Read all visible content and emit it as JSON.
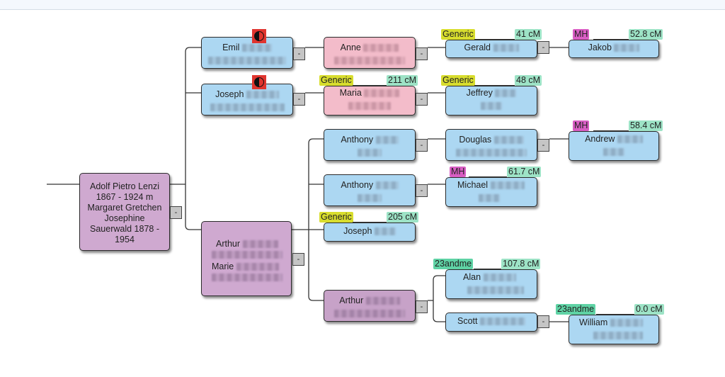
{
  "colors": {
    "male": "#acd7f2",
    "female": "#f3bcca",
    "couple": "#cfa9d0",
    "generic_badge": "#d8dd2e",
    "mh_badge": "#d95ec4",
    "andme_badge": "#5fd3a5",
    "cm_badge": "#9de3c6"
  },
  "collapse_label": "-",
  "root": {
    "lines": [
      "Adolf Pietro Lenzi",
      "1867 - 1924 m",
      "Margaret Gretchen",
      "Josephine",
      "Sauerwald 1878 -",
      "1954"
    ]
  },
  "gen1": {
    "emil": {
      "name": "Emil",
      "icon": "half-circle-icon"
    },
    "joseph": {
      "name": "Joseph",
      "icon": "half-circle-icon"
    },
    "arthur_couple": {
      "name1": "Arthur",
      "name2": "Marie"
    }
  },
  "gen2": {
    "anne": {
      "name": "Anne"
    },
    "maria": {
      "name": "Maria",
      "source": "Generic",
      "cm": "211 cM"
    },
    "anthony1": {
      "name": "Anthony"
    },
    "anthony2": {
      "name": "Anthony"
    },
    "joseph": {
      "name": "Joseph",
      "source": "Generic",
      "cm": "205 cM"
    },
    "arthur": {
      "name": "Arthur"
    }
  },
  "gen3": {
    "gerald": {
      "name": "Gerald",
      "source": "Generic",
      "cm": "41 cM"
    },
    "jeffrey": {
      "name": "Jeffrey",
      "source": "Generic",
      "cm": "48 cM"
    },
    "douglas": {
      "name": "Douglas"
    },
    "michael": {
      "name": "Michael",
      "source": "MH",
      "cm": "61.7 cM"
    },
    "alan": {
      "name": "Alan",
      "source": "23andme",
      "cm": "107.8 cM"
    },
    "scott": {
      "name": "Scott"
    }
  },
  "gen4": {
    "jakob": {
      "name": "Jakob",
      "source": "MH",
      "cm": "52.8 cM"
    },
    "andrew": {
      "name": "Andrew",
      "source": "MH",
      "cm": "58.4 cM"
    },
    "william": {
      "name": "William",
      "source": "23andme",
      "cm": "0.0 cM"
    }
  }
}
